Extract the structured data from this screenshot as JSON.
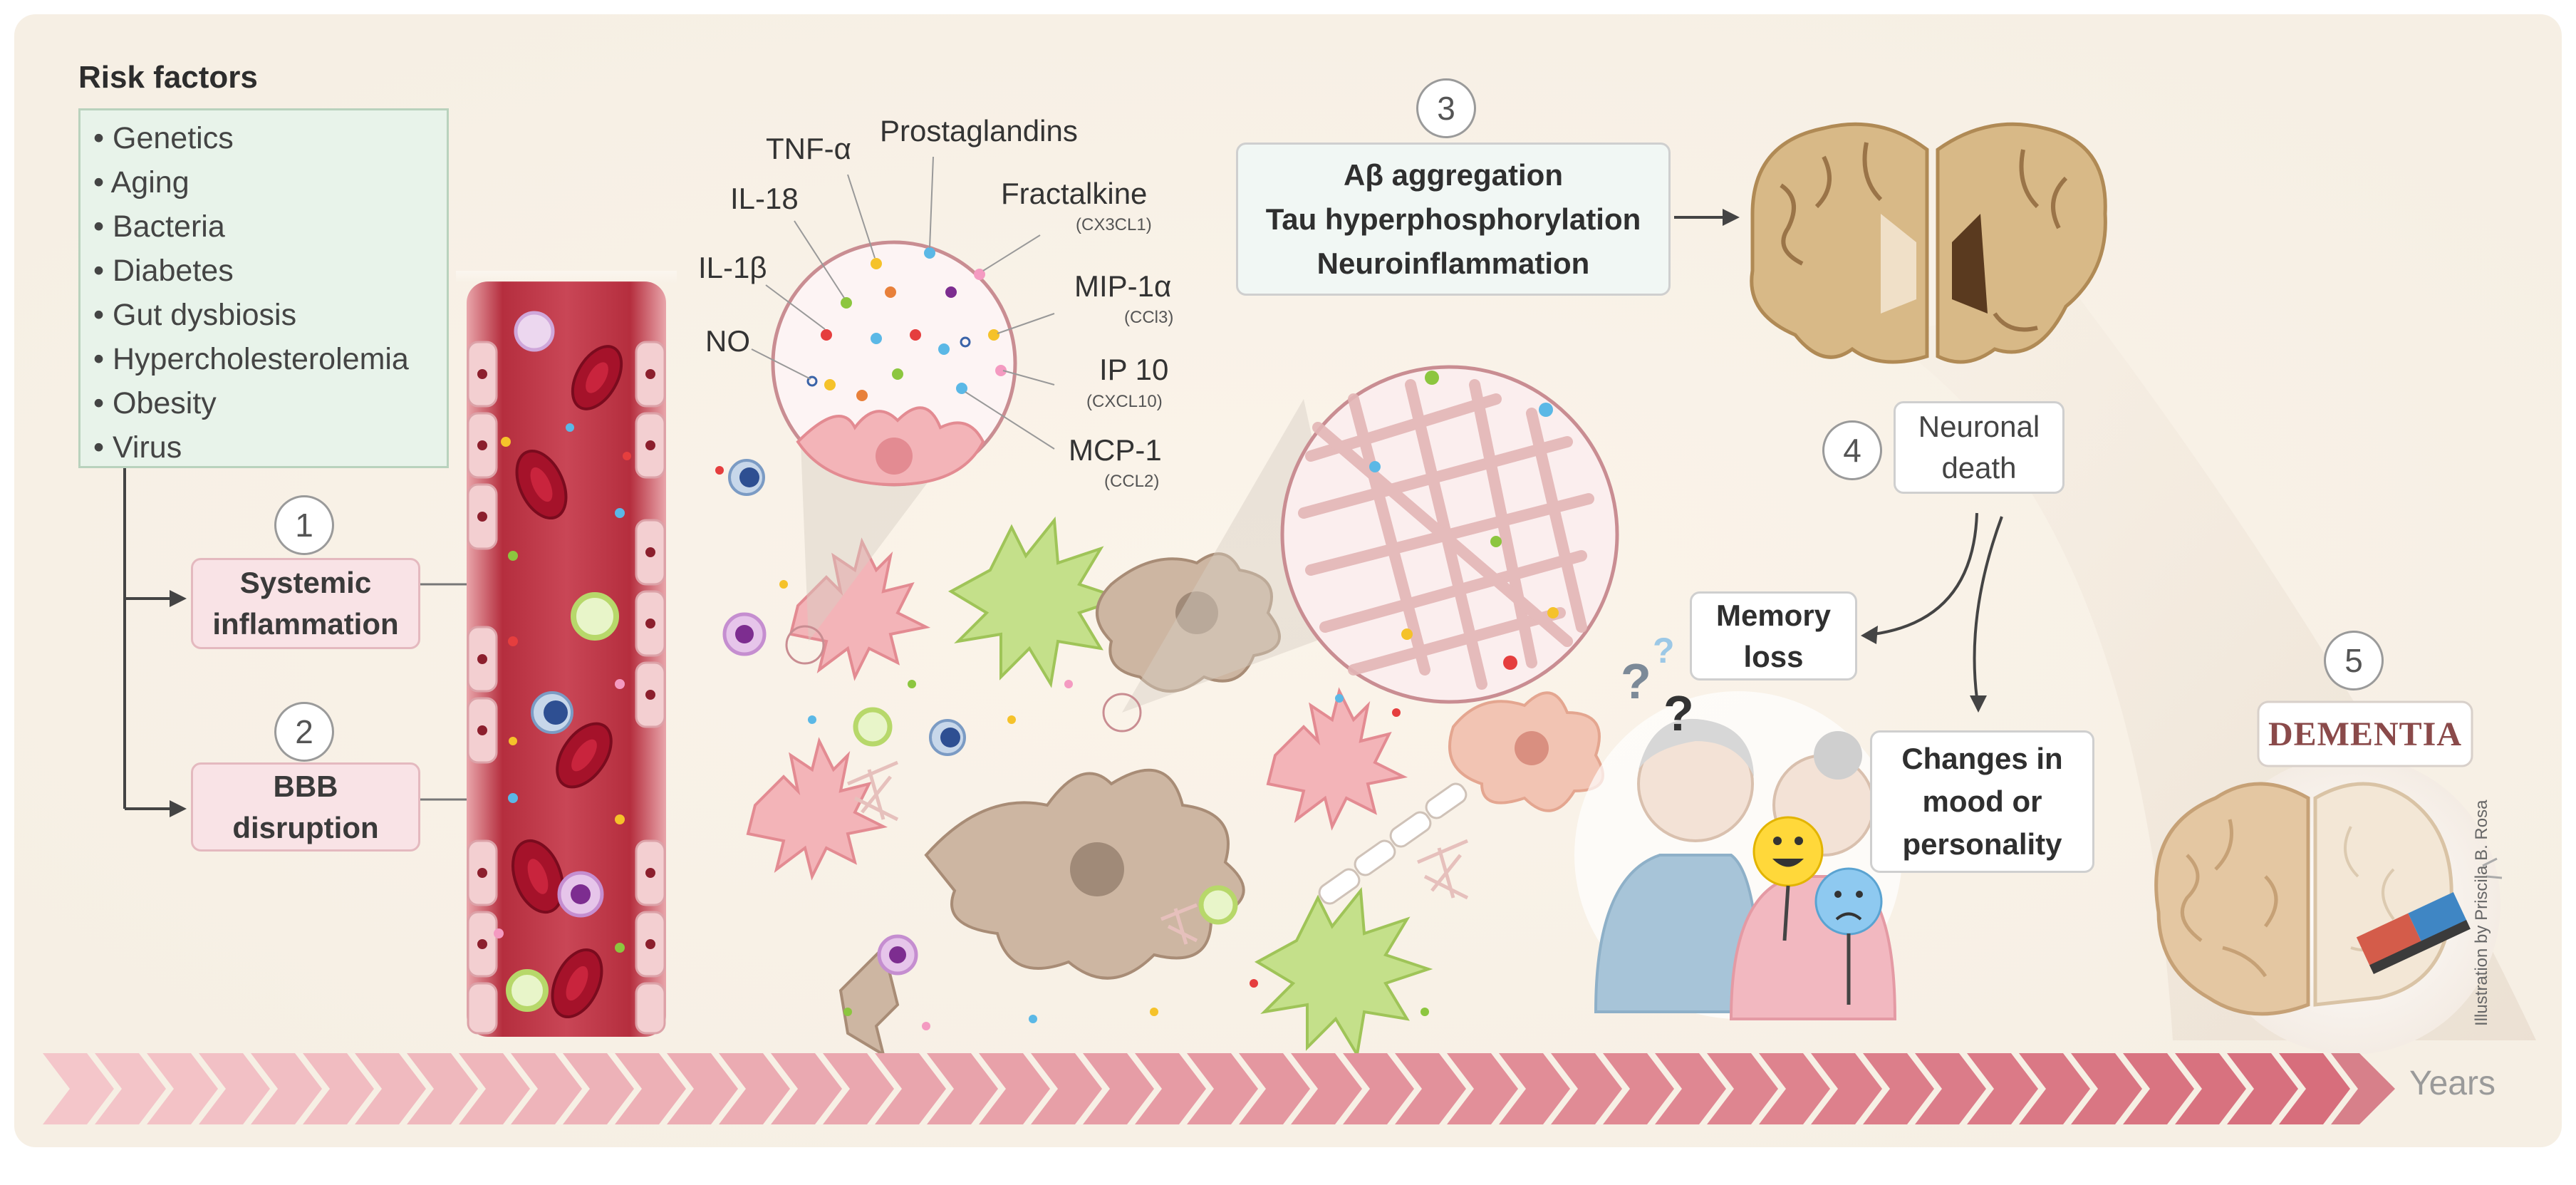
{
  "risk_factors": {
    "title": "Risk factors",
    "items": [
      "• Genetics",
      "• Aging",
      "• Bacteria",
      "• Diabetes",
      "• Gut dysbiosis",
      "• Hypercholesterolemia",
      "• Obesity",
      "•  Virus"
    ]
  },
  "steps": {
    "step1": {
      "number": "1",
      "line1": "Systemic",
      "line2": "inflammation"
    },
    "step2": {
      "number": "2",
      "line1": "BBB",
      "line2": "disruption"
    },
    "step3": {
      "number": "3",
      "line1": "Aβ aggregation",
      "line2": "Tau hyperphosphorylation",
      "line3": "Neuroinflammation"
    },
    "step4": {
      "number": "4",
      "line1": "Neuronal",
      "line2": "death"
    },
    "step5": {
      "number": "5",
      "label": "DEMENTIA"
    }
  },
  "mediators": {
    "tnf": "TNF-α",
    "prostaglandins": "Prostaglandins",
    "il18": "IL-18",
    "fractalkine": "Fractalkine",
    "fractalkine_sub": "(CX3CL1)",
    "il1b": "IL-1β",
    "mip": "MIP-1α",
    "mip_sub": "(CCl3)",
    "no": "NO",
    "ip10": "IP 10",
    "ip10_sub": "(CXCL10)",
    "mcp": "MCP-1",
    "mcp_sub": "(CCL2)"
  },
  "symptoms": {
    "memory_line1": "Memory",
    "memory_line2": "loss",
    "mood_line1": "Changes in",
    "mood_line2": "mood or",
    "mood_line3": "personality"
  },
  "timeline": {
    "label": "Years"
  },
  "credit": "Illustration by Priscila B. Rosa",
  "colors": {
    "background": "#fbf6ef",
    "vessel": "#c73a4a",
    "rbc": "#b3142a",
    "microglia": "#e97f86",
    "astrocyte": "#a8d068",
    "neuron": "#bda58f",
    "arrow_band": "#e89aa0",
    "risk_box": "#e8f3ea"
  }
}
